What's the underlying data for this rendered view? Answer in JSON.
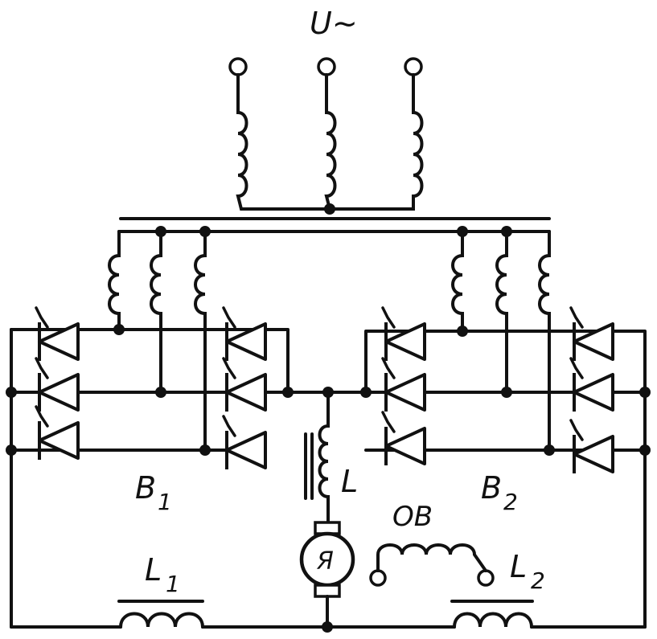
{
  "labels": {
    "supply": "U~",
    "bridge_left": "B",
    "bridge_left_sub": "1",
    "bridge_right": "B",
    "bridge_right_sub": "2",
    "smoothing_inductor": "L",
    "field_winding": "OB",
    "armature": "Я",
    "choke_left": "L",
    "choke_left_sub": "1",
    "choke_right": "L",
    "choke_right_sub": "2"
  }
}
